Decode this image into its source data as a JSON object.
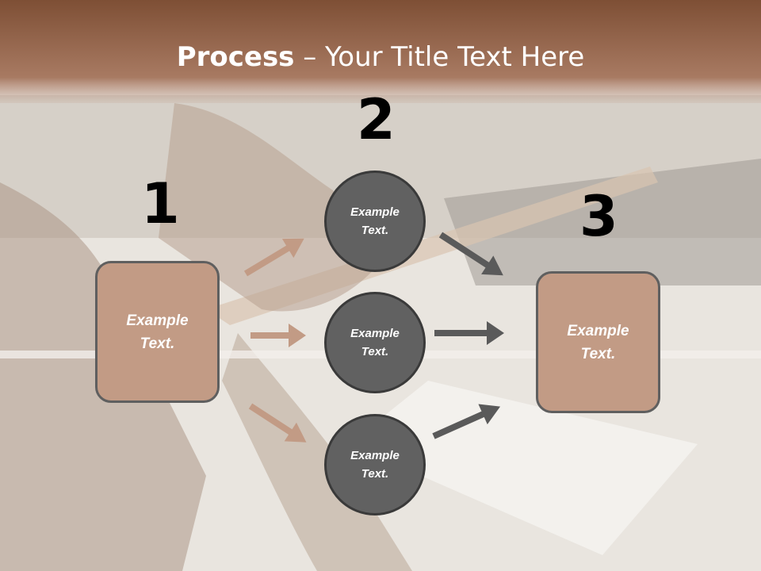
{
  "title": {
    "bold": "Process",
    "rest": " – Your Title Text Here"
  },
  "steps": [
    {
      "number": "1",
      "box_lines": [
        "Example",
        "Text."
      ]
    },
    {
      "number": "2",
      "circles": [
        {
          "lines": [
            "Example",
            "Text."
          ]
        },
        {
          "lines": [
            "Example",
            "Text."
          ]
        },
        {
          "lines": [
            "Example",
            "Text."
          ]
        }
      ]
    },
    {
      "number": "3",
      "box_lines": [
        "Example",
        "Text."
      ]
    }
  ],
  "colors": {
    "header": "#8a5a3e",
    "box_fill": "#c29b85",
    "circle_fill": "#616161",
    "arrow_light": "#c29b85",
    "arrow_dark": "#5a5a5a"
  }
}
